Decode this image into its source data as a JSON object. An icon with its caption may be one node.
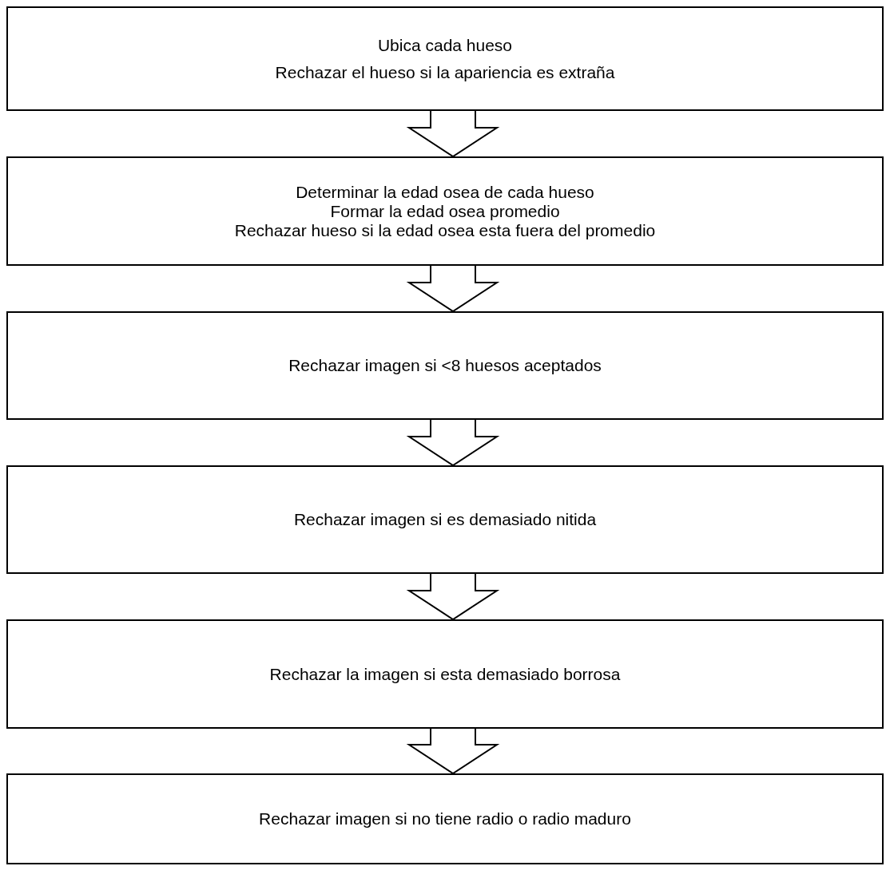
{
  "diagram": {
    "nodes": [
      {
        "text": [
          "Ubica cada hueso",
          "Rechazar el hueso si la apariencia es extraña"
        ]
      },
      {
        "text": [
          "Determinar la edad osea de cada hueso",
          "Formar la edad osea promedio",
          "Rechazar hueso si la edad osea esta fuera del promedio"
        ]
      },
      {
        "text": [
          "Rechazar imagen si <8 huesos aceptados"
        ]
      },
      {
        "text": [
          "Rechazar imagen si es demasiado nitida"
        ]
      },
      {
        "text": [
          "Rechazar la imagen si esta demasiado borrosa"
        ]
      },
      {
        "text": [
          "Rechazar imagen si no tiene radio o radio maduro"
        ]
      }
    ],
    "edges": [
      {
        "from": 0,
        "to": 1,
        "arrow": "to"
      },
      {
        "from": 1,
        "to": 2,
        "arrow": "to"
      },
      {
        "from": 2,
        "to": 3,
        "arrow": "to"
      },
      {
        "from": 3,
        "to": 4,
        "arrow": "to"
      },
      {
        "from": 4,
        "to": 5,
        "arrow": "to"
      }
    ]
  }
}
